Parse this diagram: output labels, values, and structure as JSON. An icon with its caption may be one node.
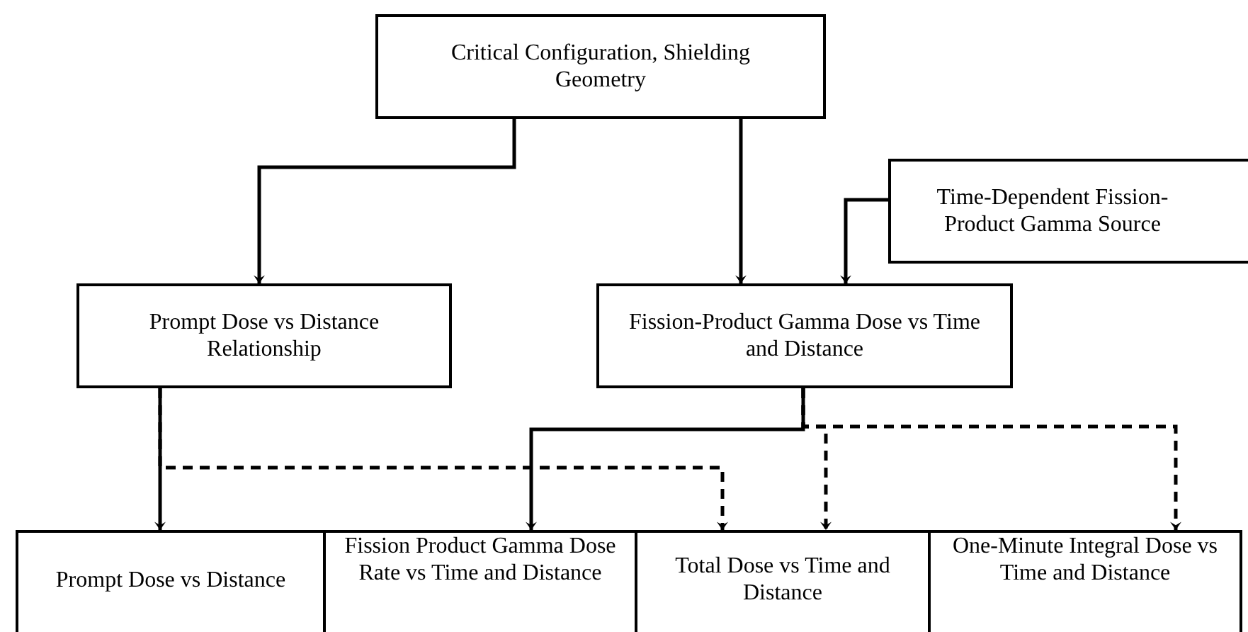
{
  "diagram": {
    "nodes": [
      {
        "text": [
          "Critical Configuration, Shielding Geometry"
        ]
      },
      {
        "text": [
          "Time-Dependent Fission-Product Gamma Source"
        ]
      },
      {
        "text": [
          "Prompt Dose vs Distance Relationship"
        ]
      },
      {
        "text": [
          "Fission-Product Gamma Dose vs Time and Distance"
        ]
      },
      {
        "text": [
          "Prompt Dose vs Distance"
        ]
      },
      {
        "text": [
          "Fission Product Gamma Dose Rate vs Time and Distance"
        ]
      },
      {
        "text": [
          "Total Dose vs Time and Distance"
        ]
      },
      {
        "text": [
          "One-Minute Integral Dose vs Time and Distance"
        ]
      }
    ],
    "edges": [
      {
        "from": 0,
        "to": 2,
        "arrow": "to"
      },
      {
        "from": 0,
        "to": 3,
        "arrow": "to"
      },
      {
        "from": 1,
        "to": 3,
        "arrow": "to"
      },
      {
        "from": 2,
        "to": 4,
        "arrow": "to"
      },
      {
        "from": 2,
        "to": 6,
        "arrow": "to",
        "style": "dashed"
      },
      {
        "from": 3,
        "to": 5,
        "arrow": "to"
      },
      {
        "from": 3,
        "to": 6,
        "arrow": "to",
        "style": "dashed"
      },
      {
        "from": 3,
        "to": 7,
        "arrow": "to",
        "style": "dashed"
      }
    ]
  }
}
